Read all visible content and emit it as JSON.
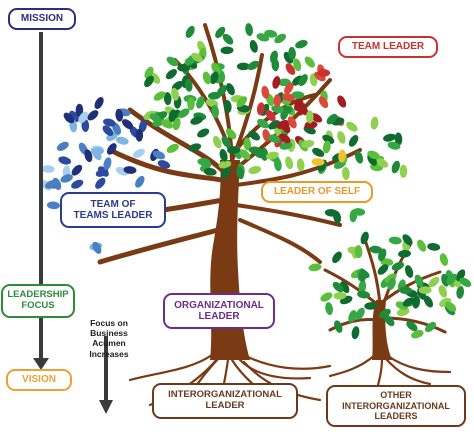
{
  "labels": {
    "mission": "MISSION",
    "team_leader": "TEAM LEADER",
    "team_of_teams_line1": "TEAM OF",
    "team_of_teams_line2": "TEAMS LEADER",
    "leader_of_self": "LEADER OF SELF",
    "leadership_focus_line1": "LEADERSHIP",
    "leadership_focus_line2": "FOCUS",
    "organizational_line1": "ORGANIZATIONAL",
    "organizational_line2": "LEADER",
    "focus_note_line1": "Focus on",
    "focus_note_line2": "Business",
    "focus_note_line3": "Acumen",
    "focus_note_line4": "Increases",
    "interorganizational_line1": "INTERORGANIZATIONAL",
    "interorganizational_line2": "LEADER",
    "vision": "VISION",
    "other_line1": "OTHER",
    "other_line2": "INTERORGANIZATIONAL",
    "other_line3": "LEADERS"
  },
  "colors": {
    "mission": "#2b2e7d",
    "team_leader": "#c8322f",
    "team_of_teams": "#2b3b8f",
    "leader_of_self": "#e89a28",
    "leadership_focus": "#2f8a3c",
    "organizational": "#6c2d8f",
    "interorganizational": "#6b3a1e",
    "vision": "#f0a030",
    "other": "#6b3a1e",
    "trunk": "#7a3b14",
    "arrow": "#3a3a3a",
    "leaf_greens": [
      "#0f6b2f",
      "#1f8a3a",
      "#35a845",
      "#5cbf3c",
      "#8fd14f"
    ],
    "leaf_reds": [
      "#a31c22",
      "#c8322f",
      "#d94a3a"
    ],
    "leaf_blues": [
      "#1f2f7a",
      "#2b4aa0",
      "#4a7fc1",
      "#7fb5e3",
      "#a7d0ef"
    ],
    "leaf_yellow": "#f2c12e"
  }
}
